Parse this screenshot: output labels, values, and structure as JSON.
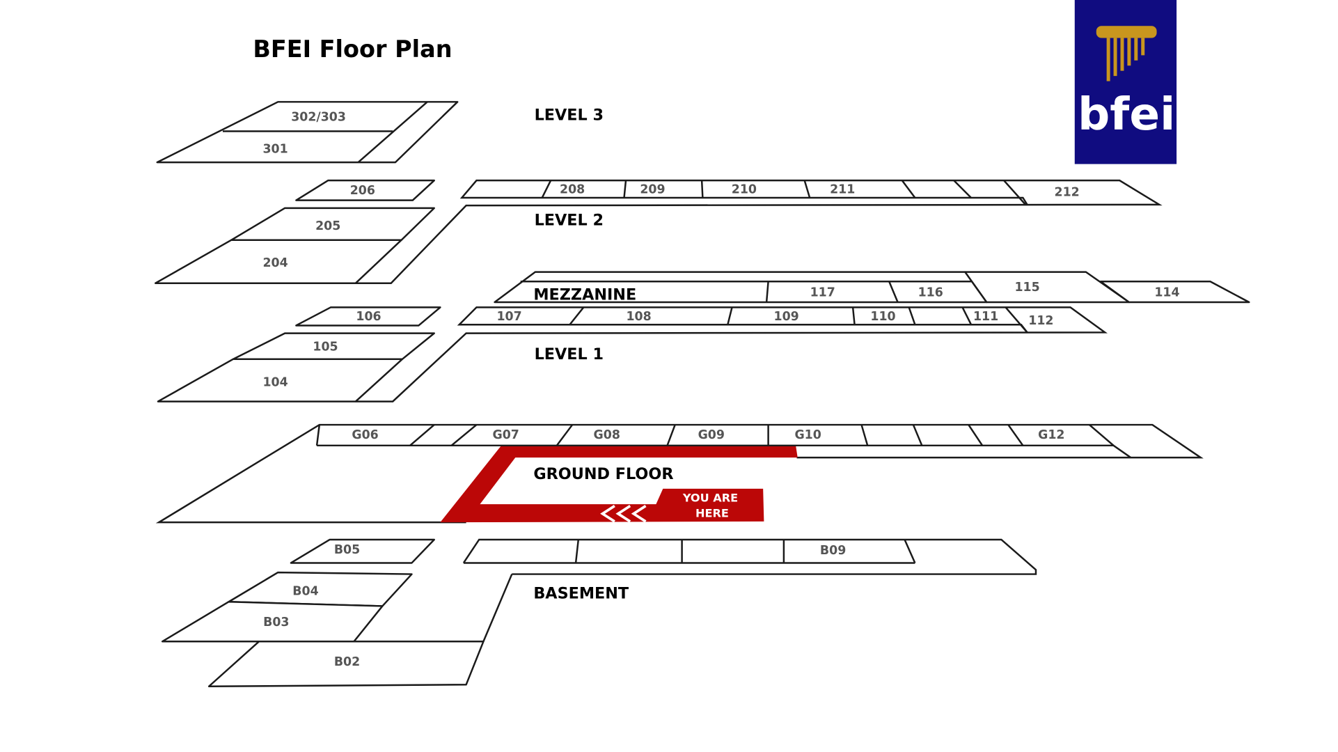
{
  "title": "BFEI Floor Plan",
  "logo": {
    "text": "bfei",
    "background": "#100c80",
    "accent": "#c9961e"
  },
  "you_are_here": {
    "line1": "YOU ARE",
    "line2": "HERE",
    "color": "#bb0707"
  },
  "levels": {
    "level3": {
      "label": "LEVEL 3",
      "rooms": [
        "302/303",
        "301"
      ]
    },
    "level2": {
      "label": "LEVEL 2",
      "rooms": [
        "206",
        "205",
        "204",
        "208",
        "209",
        "210",
        "211",
        "212"
      ]
    },
    "mezzanine": {
      "label": "MEZZANINE",
      "rooms": [
        "117",
        "116",
        "115",
        "114"
      ]
    },
    "level1": {
      "label": "LEVEL 1",
      "rooms": [
        "106",
        "105",
        "104",
        "107",
        "108",
        "109",
        "110",
        "111",
        "112"
      ]
    },
    "ground": {
      "label": "GROUND FLOOR",
      "rooms": [
        "G06",
        "G07",
        "G08",
        "G09",
        "G10",
        "G12"
      ]
    },
    "basement": {
      "label": "BASEMENT",
      "rooms": [
        "B05",
        "B09",
        "B04",
        "B03",
        "B02"
      ]
    }
  }
}
